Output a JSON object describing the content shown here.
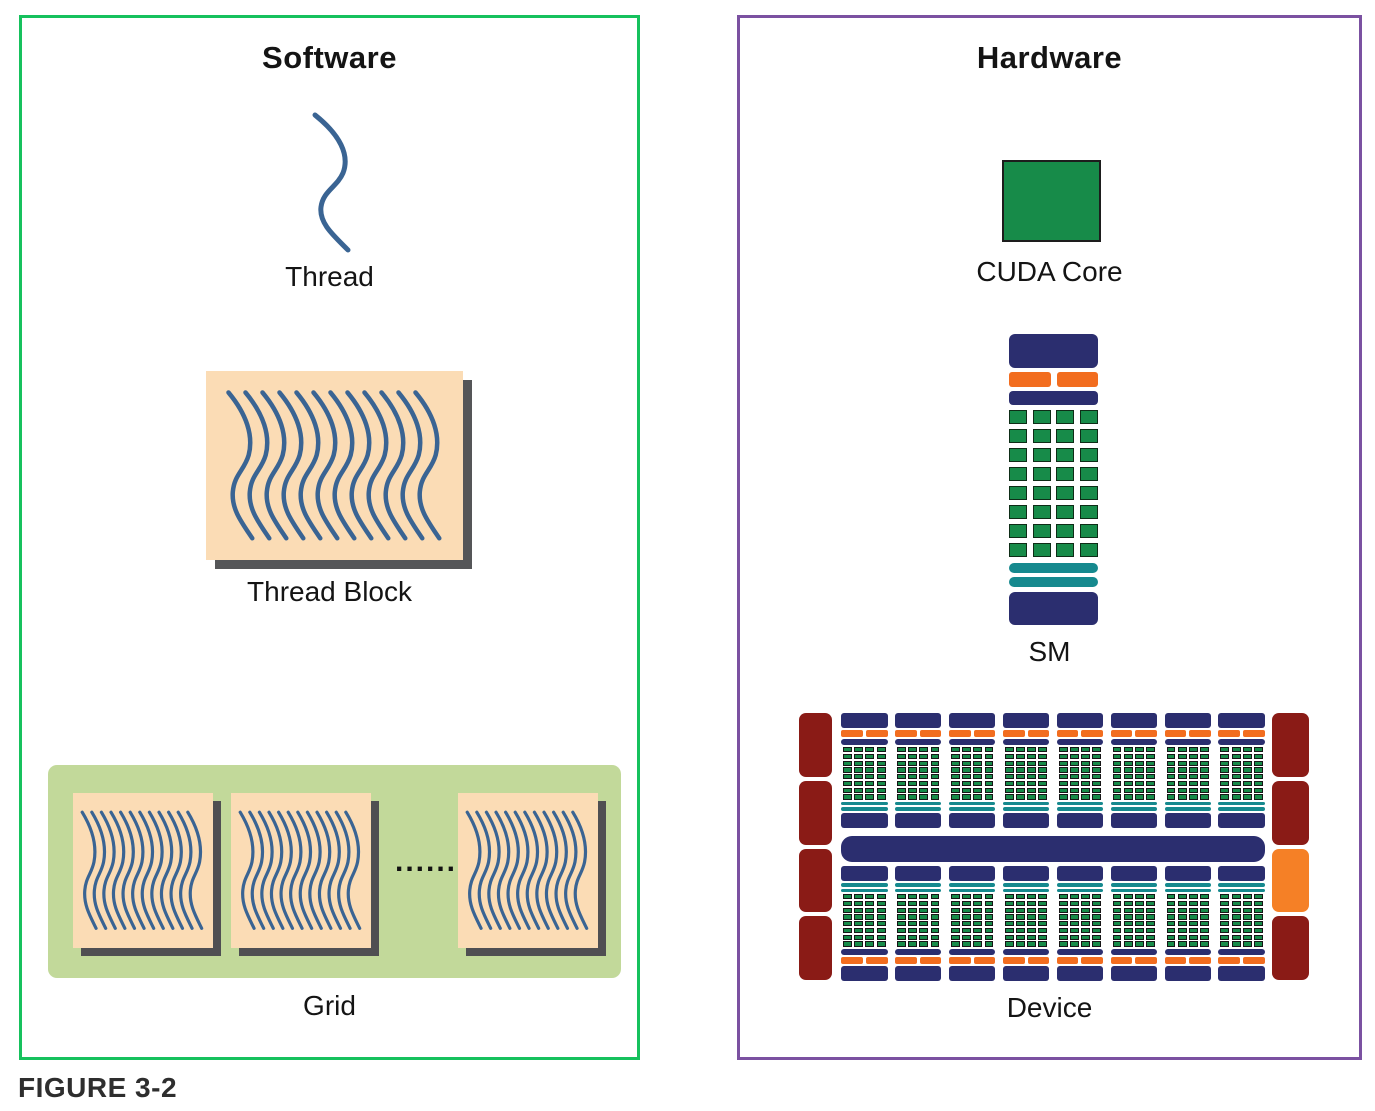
{
  "figure_caption": "FIGURE 3-2",
  "software": {
    "title": "Software",
    "thread_label": "Thread",
    "thread_block_label": "Thread Block",
    "grid_label": "Grid",
    "grid_dots": "......",
    "thread_block_line_count": 12,
    "grid_block_count": 3,
    "grid_block_line_count": 12
  },
  "hardware": {
    "title": "Hardware",
    "cuda_core_label": "CUDA Core",
    "sm_label": "SM",
    "device_label": "Device",
    "sm_core_grid": {
      "cols": 4,
      "rows": 8
    },
    "device": {
      "sm_columns_per_row": 8,
      "mini_core_grid": {
        "cols": 4,
        "rows": 8
      },
      "left_blocks": [
        "red",
        "red",
        "red",
        "red"
      ],
      "right_blocks": [
        "red",
        "red",
        "orange",
        "red"
      ]
    }
  },
  "colors": {
    "panel_software_border": "#16c15d",
    "panel_hardware_border": "#7b51a1",
    "navy": "#2b2e6f",
    "orange": "#f26d1f",
    "teal": "#16898e",
    "core_green": "#178b49",
    "dark_red": "#8a1b16",
    "device_orange_block": "#f58026",
    "thread_line": "#3a6493",
    "thread_block_bg": "#fbdcb5",
    "grid_bg": "#c2d99a",
    "shadow": "#555658",
    "text": "#141414"
  }
}
